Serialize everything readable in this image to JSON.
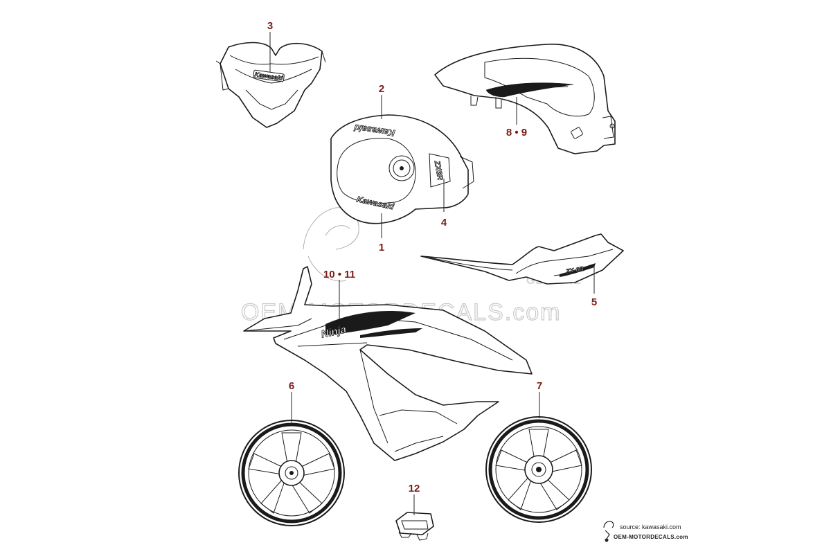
{
  "callouts": {
    "c1": "1",
    "c2": "2",
    "c3": "3",
    "c4": "4",
    "c5": "5",
    "c6": "6",
    "c7": "7",
    "c8_9": "8 • 9",
    "c10_11": "10 • 11",
    "c12": "12"
  },
  "decals": {
    "kawasaki_windscreen": "Kawasaki",
    "kawasaki_tank_top": "Kawasaki",
    "kawasaki_tank_bottom": "Kawasaki",
    "zx6r_tank": "ZX6R",
    "zx6r_tail": "ZX-6R",
    "ninja_fairing": "Ninja"
  },
  "watermark": {
    "main": "OEM-MOTORDECALS.com",
    "side": "GENUINE"
  },
  "source": {
    "line1": "source: kawasaki.com",
    "line2": "OEM-MOTORDECALS.com"
  },
  "colors": {
    "callout": "#7a1c14",
    "line": "#1a1a1a",
    "watermark": "#c9c9c9"
  }
}
